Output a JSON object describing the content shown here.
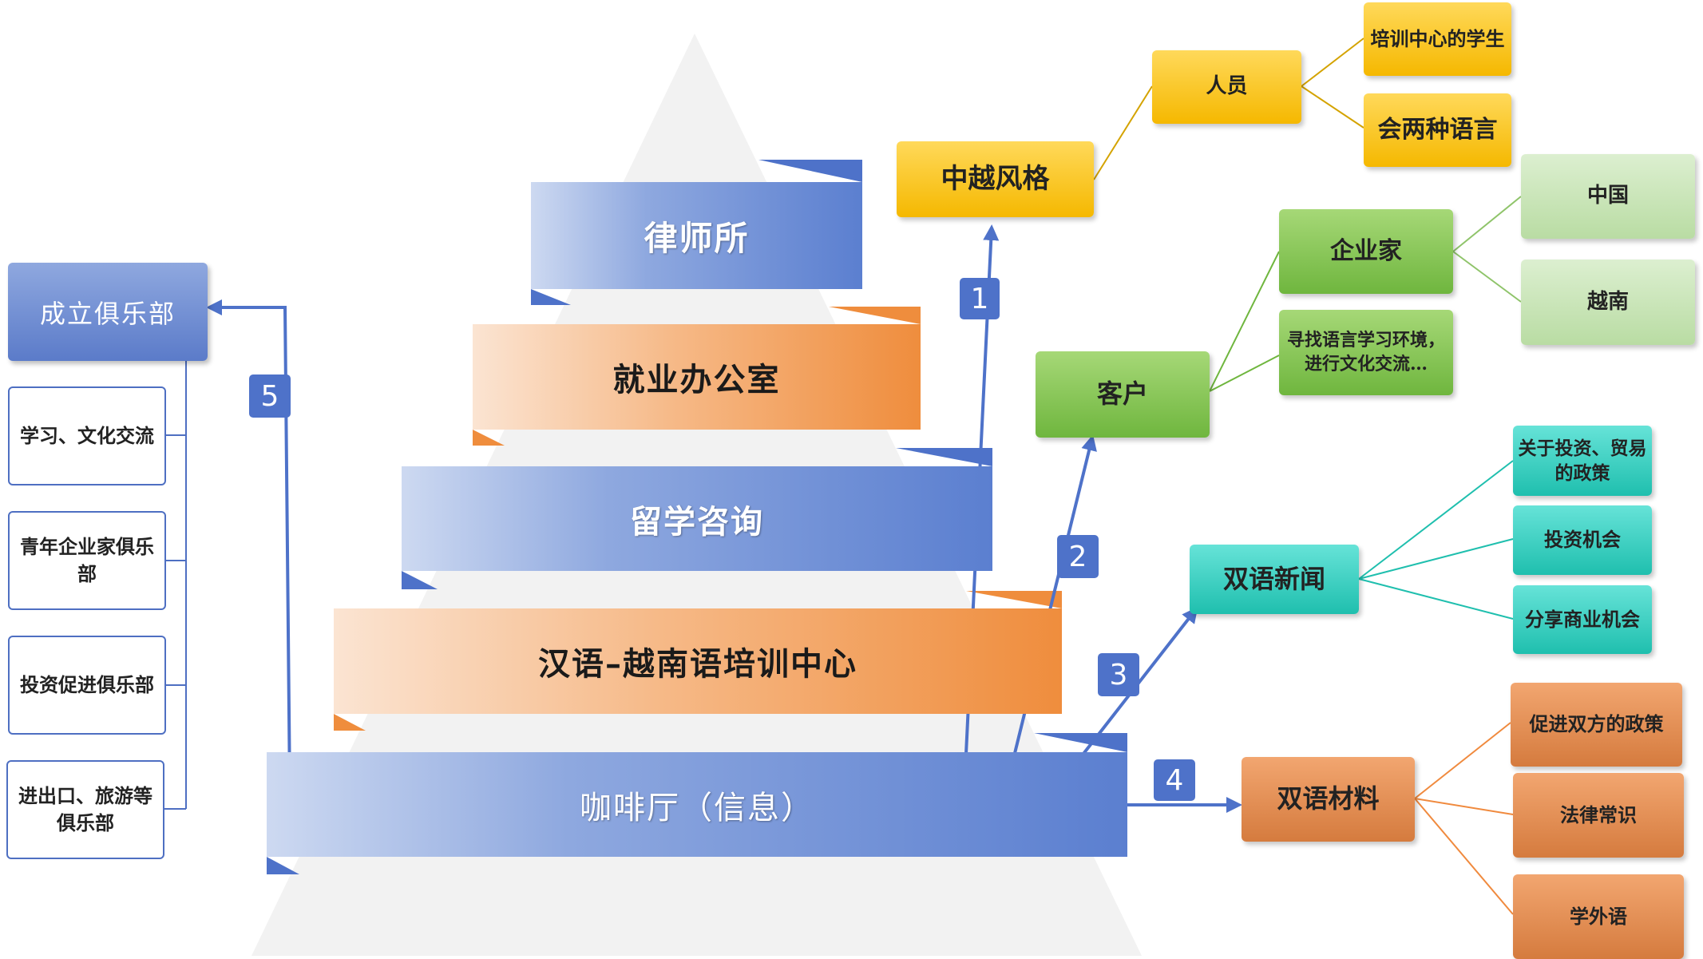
{
  "pyramid": {
    "levels": [
      {
        "label": "律师所"
      },
      {
        "label": "就业办公室"
      },
      {
        "label": "留学咨询"
      },
      {
        "label": "汉语–越南语培训中心"
      },
      {
        "label": "咖啡厅（信息）"
      }
    ]
  },
  "steps": [
    "1",
    "2",
    "3",
    "4",
    "5"
  ],
  "branches": {
    "style": {
      "label": "中越风格",
      "people": {
        "label": "人员",
        "children": [
          "培训中心的学生",
          "会两种语言"
        ]
      }
    },
    "customers": {
      "label": "客户",
      "entrepreneur": {
        "label": "企业家",
        "children": [
          "中国",
          "越南"
        ]
      },
      "need": "寻找语言学习环境，进行文化交流…"
    },
    "news": {
      "label": "双语新闻",
      "children": [
        "关于投资、贸易的政策",
        "投资机会",
        "分享商业机会"
      ]
    },
    "materials": {
      "label": "双语材料",
      "children": [
        "促进双方的政策",
        "法律常识",
        "学外语"
      ]
    }
  },
  "clubs": {
    "title": "成立俱乐部",
    "items": [
      "学习、文化交流",
      "青年企业家俱乐部",
      "投资促进俱乐部",
      "进出口、旅游等俱乐部"
    ]
  },
  "colors": {
    "blue": "#4e72c9",
    "orange": "#ef8d3d",
    "yellow": "#f5b800",
    "green": "#6fb63e",
    "teal": "#1fbfae",
    "brown": "#d57b3e"
  }
}
